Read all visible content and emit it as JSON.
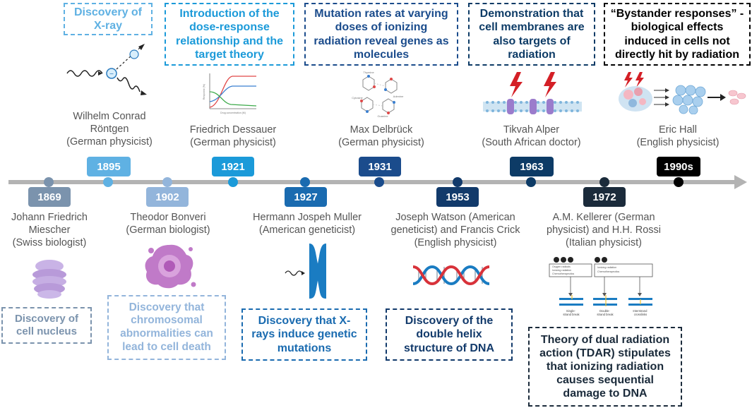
{
  "colors": {
    "axis": "#b3b3b3",
    "c1869": "#7b93ad",
    "c1895": "#5fb1e3",
    "c1902": "#93b5db",
    "c1921": "#1b9ad9",
    "c1927": "#1a6bb0",
    "c1931": "#1b4c8c",
    "c1953": "#123a6b",
    "c1963": "#0d3b66",
    "c1972": "#1b2b3b",
    "c1990": "#000000",
    "dna_red": "#d8323a",
    "dna_blue": "#1a7cc2",
    "lightning": "#d41f26",
    "cell_purple": "#c07ac8"
  },
  "events": [
    {
      "year": "1869",
      "person": "Johann Friedrich\nMiescher\n(Swiss biologist)",
      "discovery": "Discovery of\ncell nucleus",
      "icon": "nucleus-icon"
    },
    {
      "year": "1895",
      "person": "Wilhelm Conrad\nRöntgen\n(German physicist)",
      "discovery": "Discovery of\nX-ray",
      "icon": "x-ray-icon"
    },
    {
      "year": "1902",
      "person": "Theodor Bonveri\n(German biologist)",
      "discovery": "Discovery that\nchromosomal\nabnormalities can\nlead to cell death",
      "icon": "dying-cell-icon"
    },
    {
      "year": "1921",
      "person": "Friedrich Dessauer\n(German physicist)",
      "discovery": "Introduction of the\ndose-response\nrelationship and the\ntarget theory",
      "icon": "dose-response-chart-icon"
    },
    {
      "year": "1927",
      "person": "Hermann Jospeh Muller\n(American geneticist)",
      "discovery": "Discovery that X-\nrays induce genetic\nmutations",
      "icon": "chromosome-icon"
    },
    {
      "year": "1931",
      "person": "Max Delbrück\n(German physicist)",
      "discovery": "Mutation rates at varying\ndoses of ionizing\nradiation reveal genes as\nmolecules",
      "icon": "molecule-structure-icon"
    },
    {
      "year": "1953",
      "person": "Joseph Watson (American\ngeneticist) and Francis Crick\n(English physicist)",
      "discovery": "Discovery of the\ndouble helix\nstructure of DNA",
      "icon": "dna-helix-icon"
    },
    {
      "year": "1963",
      "person": "Tikvah Alper\n(South African doctor)",
      "discovery": "Demonstration that\ncell membranes are\nalso targets of\nradiation",
      "icon": "membrane-lightning-icon"
    },
    {
      "year": "1972",
      "person": "A.M. Kellerer (German\nphysicist) and H.H. Rossi\n(Italian physicist)",
      "discovery": "Theory of dual radiation\naction (TDAR) stipulates\nthat ionizing radiation\ncauses sequential\ndamage to DNA",
      "icon": "dna-damage-diagram-icon"
    },
    {
      "year": "1990s",
      "person": "Eric Hall\n(English physicist)",
      "discovery": "“Bystander responses” -\nbiological effects\ninduced in cells not\ndirectly hit by radiation",
      "icon": "bystander-cells-icon"
    }
  ],
  "illustration_text": {
    "chart_xlabel": "Drug concentration (M)",
    "chart_ylabel": "Response (%)",
    "mol_labels": [
      "Thymine",
      "Adenine",
      "Cytosine",
      "Guanine"
    ],
    "tdar_left_items": [
      "Oxygen radicals",
      "Ionizing radiation",
      "Chemotherapeutics"
    ],
    "tdar_right_items": [
      "Ionizing radiation",
      "Chemotherapeutics"
    ],
    "tdar_breaks": [
      "Single-\nstrand break",
      "Double-\nstrand break",
      "Interstrand\ncrosslinks"
    ]
  }
}
